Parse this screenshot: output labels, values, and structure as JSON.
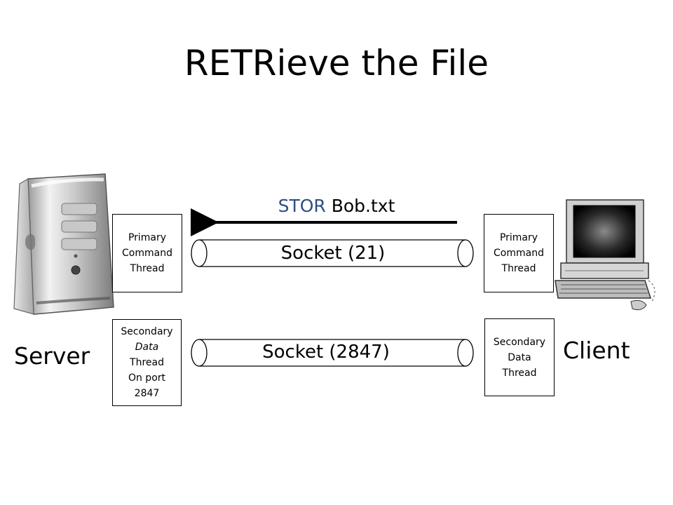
{
  "title": "RETRieve the File",
  "command": {
    "verb": "STOR",
    "argument": "Bob.txt"
  },
  "sockets": {
    "command_socket": "Socket (21)",
    "data_socket": "Socket (2847)"
  },
  "server": {
    "label": "Server",
    "icon": "tower-computer-icon",
    "primary_box": [
      "Primary",
      "Command",
      "Thread"
    ],
    "secondary_box": {
      "line1": "Secondary",
      "line2": "Data",
      "line3": "Thread",
      "line4": "On port",
      "line5": "2847"
    }
  },
  "client": {
    "label": "Client",
    "icon": "desktop-computer-icon",
    "primary_box": [
      "Primary",
      "Command",
      "Thread"
    ],
    "secondary_box": [
      "Secondary",
      "Data",
      "Thread"
    ]
  },
  "colors": {
    "command_verb": "#2c4f86",
    "stroke": "#000000"
  }
}
